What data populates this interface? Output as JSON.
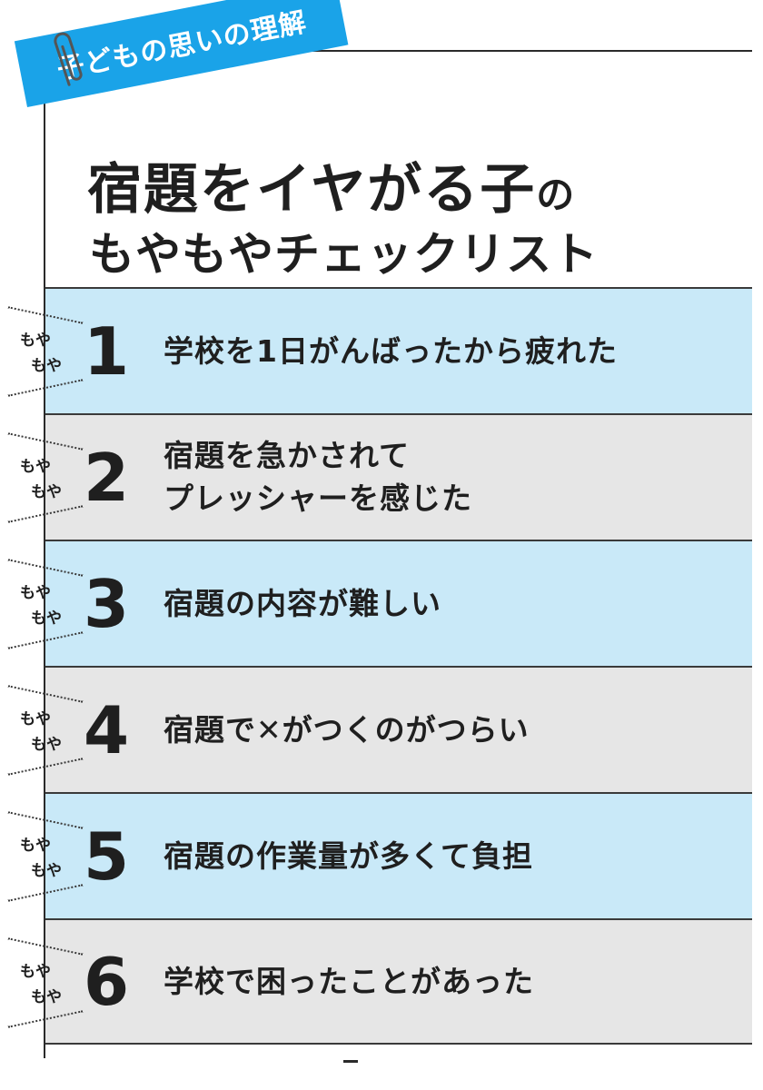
{
  "ribbon": {
    "label": "子どもの思いの理解"
  },
  "title": {
    "line1_main": "宿題をイヤがる子",
    "line1_small": "の",
    "line2": "もやもやチェックリスト"
  },
  "tag": {
    "word1": "もや",
    "word2": "もや"
  },
  "items": [
    {
      "number": "1",
      "line1": "学校を1日がんばったから疲れた",
      "line2": ""
    },
    {
      "number": "2",
      "line1": "宿題を急かされて",
      "line2": "プレッシャーを感じた"
    },
    {
      "number": "3",
      "line1": "宿題の内容が難しい",
      "line2": ""
    },
    {
      "number": "4",
      "line1": "宿題で✕がつくのがつらい",
      "line2": ""
    },
    {
      "number": "5",
      "line1": "宿題の作業量が多くて負担",
      "line2": ""
    },
    {
      "number": "6",
      "line1": "学校で困ったことがあった",
      "line2": ""
    }
  ],
  "colors": {
    "ribbon": "#1aa3e8",
    "row_blue": "#c9e9f8",
    "row_gray": "#e6e6e6"
  },
  "icons": {
    "clip": "paperclip-icon"
  }
}
